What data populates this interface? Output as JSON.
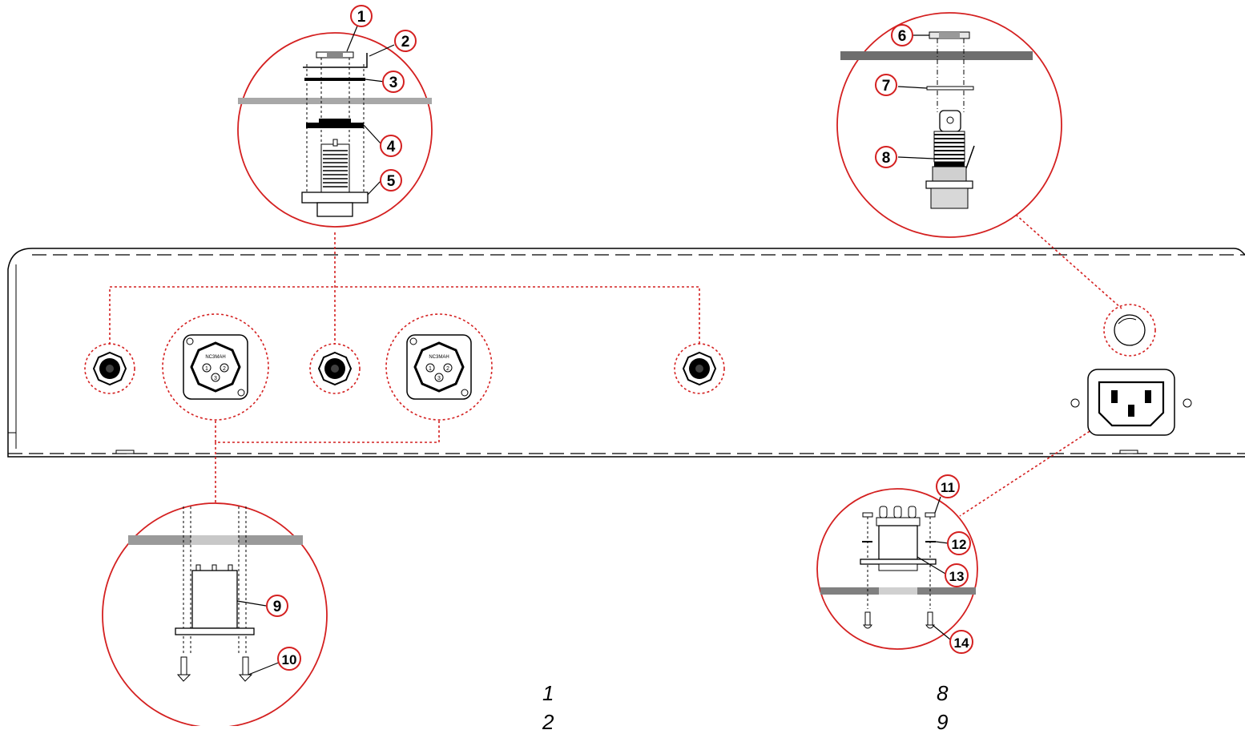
{
  "colors": {
    "callout_ring": "#d42020",
    "panel_stripe": "#808080",
    "panel_stripe_light": "#a8a8a8",
    "line": "#000000"
  },
  "callouts": [
    {
      "label": "1"
    },
    {
      "label": "2"
    },
    {
      "label": "3"
    },
    {
      "label": "4"
    },
    {
      "label": "5"
    },
    {
      "label": "6"
    },
    {
      "label": "7"
    },
    {
      "label": "8"
    },
    {
      "label": "9"
    },
    {
      "label": "10"
    },
    {
      "label": "11"
    },
    {
      "label": "12"
    },
    {
      "label": "13"
    },
    {
      "label": "14"
    }
  ],
  "connector_label": "NC3MAH",
  "xlr_pins": [
    "1",
    "2",
    "3"
  ],
  "footer": {
    "left_top": "1",
    "left_bottom": "2",
    "right_top": "8",
    "right_bottom": "9"
  }
}
